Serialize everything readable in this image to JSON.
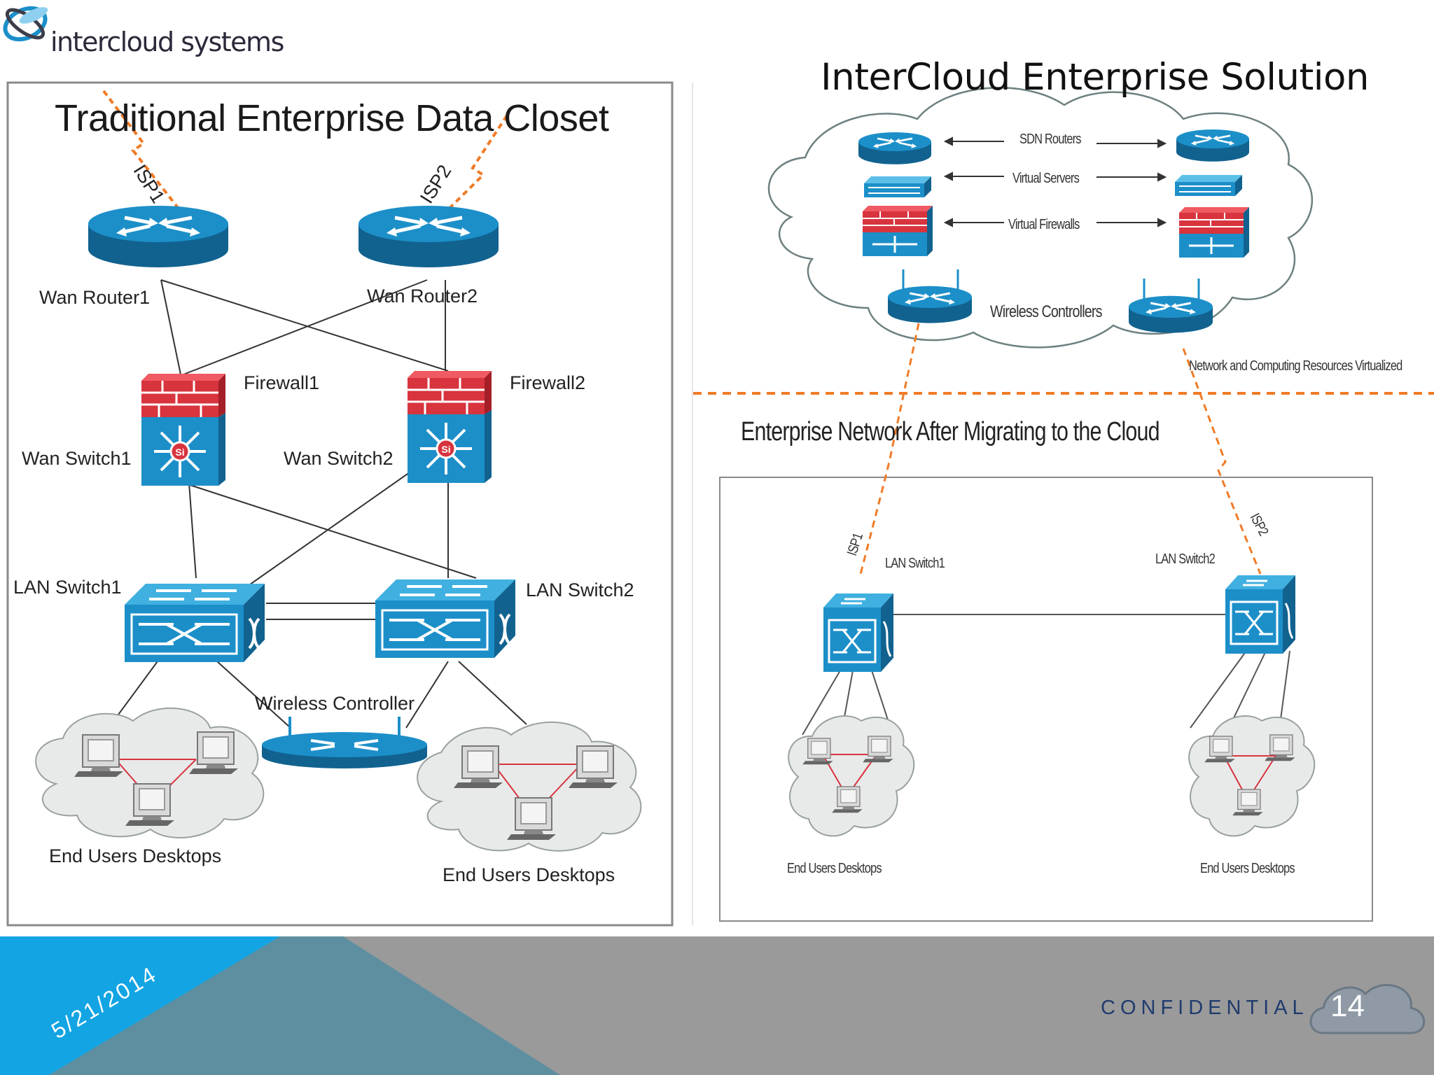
{
  "header": {
    "logo_text": "intercloud systems",
    "slide_title": "InterCloud Enterprise Solution"
  },
  "left_diagram": {
    "title": "Traditional Enterprise Data Closet",
    "isp1": "ISP1",
    "isp2": "ISP2",
    "wan_router1": "Wan Router1",
    "wan_router2": "Wan Router2",
    "firewall1": "Firewall1",
    "firewall2": "Firewall2",
    "wan_switch1": "Wan Switch1",
    "wan_switch2": "Wan Switch2",
    "lan_switch1": "LAN Switch1",
    "lan_switch2": "LAN Switch2",
    "wireless_controller": "Wireless Controller",
    "desktops_left": "End Users Desktops",
    "desktops_right": "End Users Desktops"
  },
  "cloud_panel": {
    "sdn_routers": "SDN Routers",
    "virtual_servers": "Virtual Servers",
    "virtual_firewalls": "Virtual Firewalls",
    "wireless_controllers": "Wireless Controllers",
    "caption": "Network and Computing Resources Virtualized"
  },
  "right_diagram": {
    "title": "Enterprise Network After Migrating to the Cloud",
    "isp1": "ISP1",
    "isp2": "ISP2",
    "lan_switch1": "LAN Switch1",
    "lan_switch2": "LAN Switch2",
    "desktops_left": "End Users Desktops",
    "desktops_right": "End Users Desktops"
  },
  "footer": {
    "date": "5/21/2014",
    "confidential": "CONFIDENTIAL",
    "page_number": "14"
  },
  "colors": {
    "device_blue": "#1c8fc9",
    "device_dark": "#11628f",
    "firewall_red": "#d8343e",
    "isp_orange": "#f07b27",
    "footer_blue": "#12a4e3",
    "footer_slate": "#5e8fa0",
    "footer_gray": "#999999",
    "confidential_text": "#1f3b6e"
  },
  "icons": [
    "logo-globe-icon",
    "router-icon",
    "firewall-icon",
    "wan-switch-icon",
    "lan-switch-icon",
    "wireless-controller-icon",
    "virtual-server-icon",
    "desktop-icon",
    "cloud-icon",
    "arrow-icon"
  ]
}
